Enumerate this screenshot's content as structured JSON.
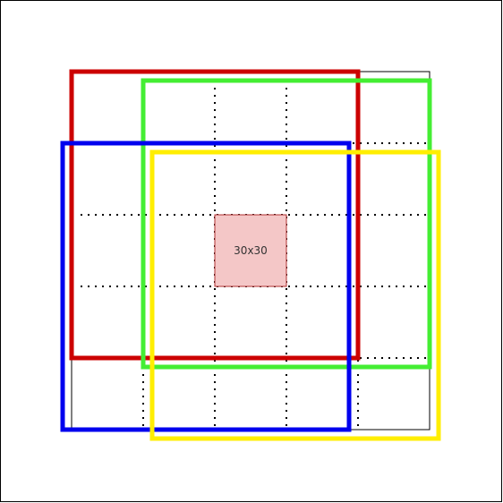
{
  "center_cell": {
    "label": "30x30",
    "fill": "#f4c7c7",
    "stroke": "#b03030"
  },
  "colors": {
    "background": "#ffffff",
    "border": "#000000",
    "grid": "#000000",
    "red": "#cc0000",
    "green": "#44ee33",
    "blue": "#0000ee",
    "yellow": "#ffee00"
  },
  "windows": [
    {
      "name": "red-window",
      "color": "red"
    },
    {
      "name": "green-window",
      "color": "green"
    },
    {
      "name": "blue-window",
      "color": "blue"
    },
    {
      "name": "yellow-window",
      "color": "yellow"
    }
  ]
}
